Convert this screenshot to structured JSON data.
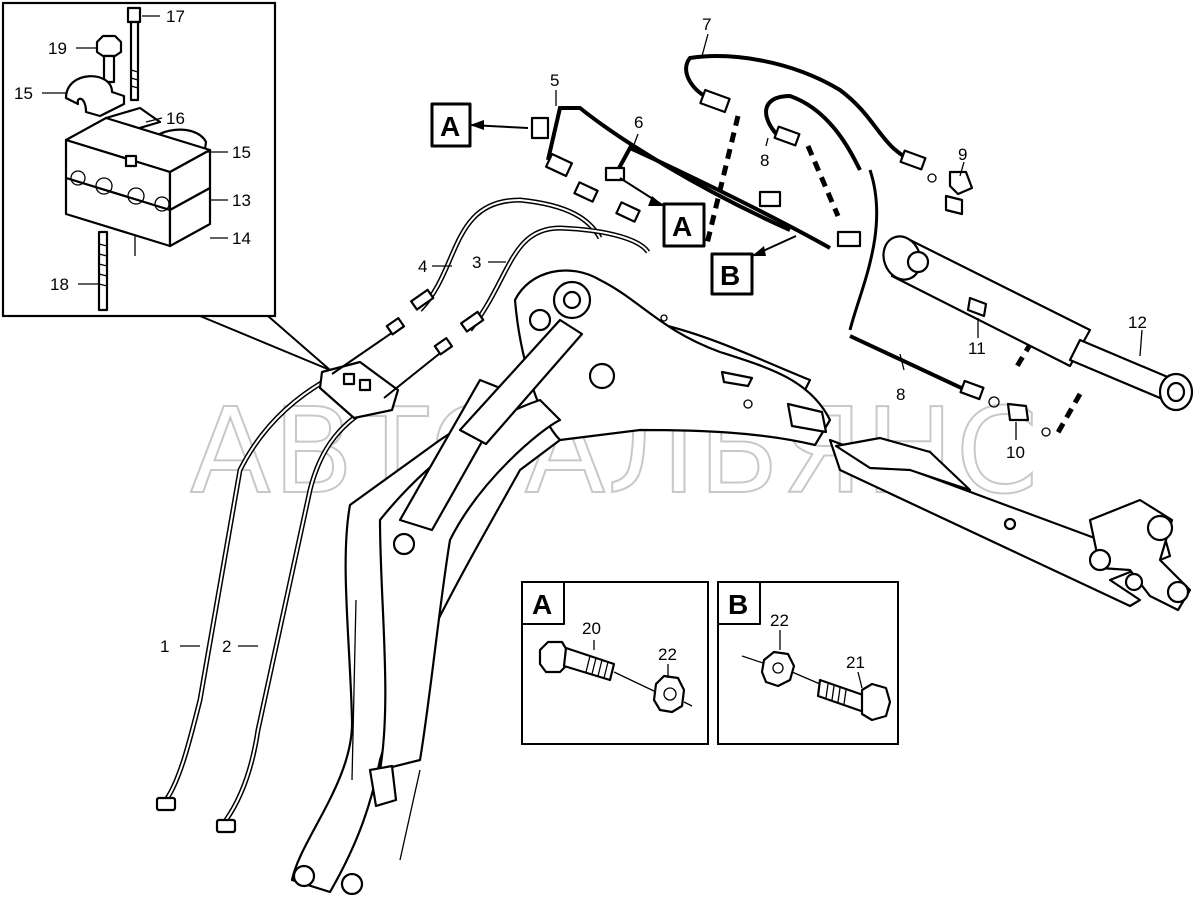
{
  "watermark": "АВТОАЛЬЯНС",
  "view_labels": {
    "a": "A",
    "b": "B"
  },
  "detail_a": {
    "title": "A",
    "parts": [
      "20",
      "22"
    ]
  },
  "detail_b": {
    "title": "B",
    "parts": [
      "22",
      "21"
    ]
  },
  "callouts": {
    "c1": "1",
    "c2": "2",
    "c3": "3",
    "c4": "4",
    "c5": "5",
    "c6": "6",
    "c7": "7",
    "c8a": "8",
    "c8b": "8",
    "c9": "9",
    "c10": "10",
    "c11": "11",
    "c12": "12",
    "c13": "13",
    "c14": "14",
    "c15a": "15",
    "c15b": "15",
    "c16": "16",
    "c17": "17",
    "c18": "18",
    "c19": "19"
  }
}
